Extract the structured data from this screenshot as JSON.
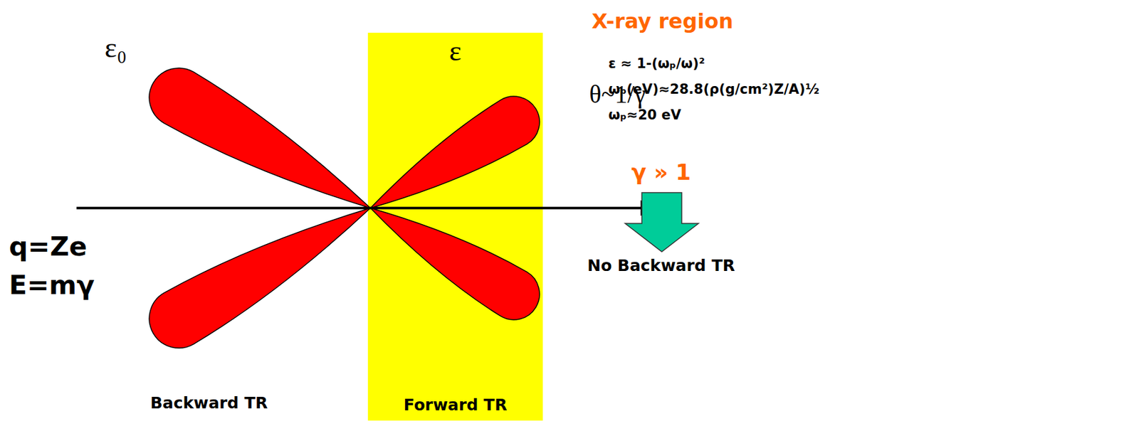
{
  "diagram": {
    "nodes": [
      {
        "text": [
          "ε",
          "Forward TR"
        ]
      }
    ],
    "labels": [
      "ε₀",
      "θ~1/γ",
      "q=Ze",
      "E=mγ",
      "Backward TR",
      "X-ray region",
      "ε ≈ 1-(ωₚ/ω)²",
      "ωₚ(eV)≈28.8(ρ(g/cm²)Z/A)½",
      "ωₚ≈20 eV",
      "γ » 1",
      "No Backward TR"
    ]
  }
}
